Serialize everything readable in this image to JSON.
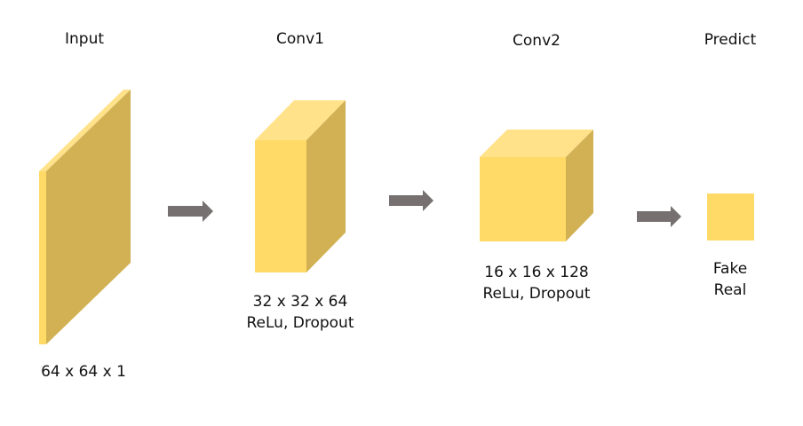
{
  "colors": {
    "front_face": "#FFDA67",
    "top_face": "#FFE28A",
    "side_face": "#D1B153",
    "arrow": "#767070",
    "text": "#111111"
  },
  "layers": [
    {
      "title": "Input",
      "caption": [
        "64 x 64 x 1"
      ]
    },
    {
      "title": "Conv1",
      "caption": [
        "32 x 32 x 64",
        "ReLu, Dropout"
      ]
    },
    {
      "title": "Conv2",
      "caption": [
        "16 x 16 x 128",
        "ReLu, Dropout"
      ]
    },
    {
      "title": "Predict",
      "caption": [
        "Fake",
        "Real"
      ]
    }
  ]
}
